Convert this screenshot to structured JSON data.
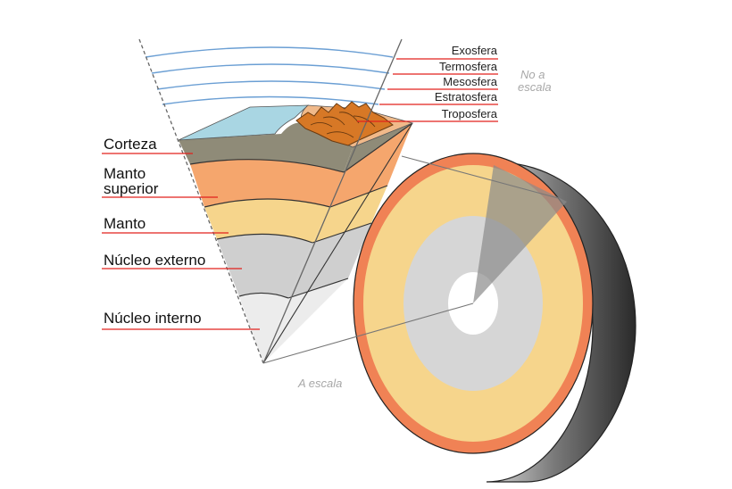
{
  "diagram": {
    "layers": [
      {
        "key": "corteza",
        "label": "Corteza",
        "color": "#8f8b78"
      },
      {
        "key": "manto_superior",
        "label_lines": [
          "Manto",
          "superior"
        ],
        "color": "#f5a66d"
      },
      {
        "key": "manto",
        "label": "Manto",
        "color": "#f6d58c"
      },
      {
        "key": "nucleo_externo",
        "label": "Núcleo externo",
        "color": "#cfcfcf"
      },
      {
        "key": "nucleo_interno",
        "label": "Núcleo interno",
        "color": "#ececec"
      }
    ],
    "atmosphere": [
      {
        "key": "exosfera",
        "label": "Exosfera"
      },
      {
        "key": "termosfera",
        "label": "Termosfera"
      },
      {
        "key": "mesosfera",
        "label": "Mesosfera"
      },
      {
        "key": "estratosfera",
        "label": "Estratosfera"
      },
      {
        "key": "troposfera",
        "label": "Troposfera"
      }
    ],
    "notes": {
      "not_to_scale_lines": [
        "No a",
        "escala"
      ],
      "to_scale": "A escala"
    },
    "colors": {
      "ocean": "#a9d6e3",
      "mountains": "#d77826",
      "crust_top": "#f0b98a",
      "sphere_outer": "#f08255",
      "sphere_mantle": "#f6d58c",
      "sphere_outer_core": "#d6d6d6",
      "sphere_inner_core": "#ffffff",
      "sphere_side": "#4a4a4a",
      "atmosphere_line": "#6b9fd4",
      "leader": "#e2211c"
    }
  }
}
